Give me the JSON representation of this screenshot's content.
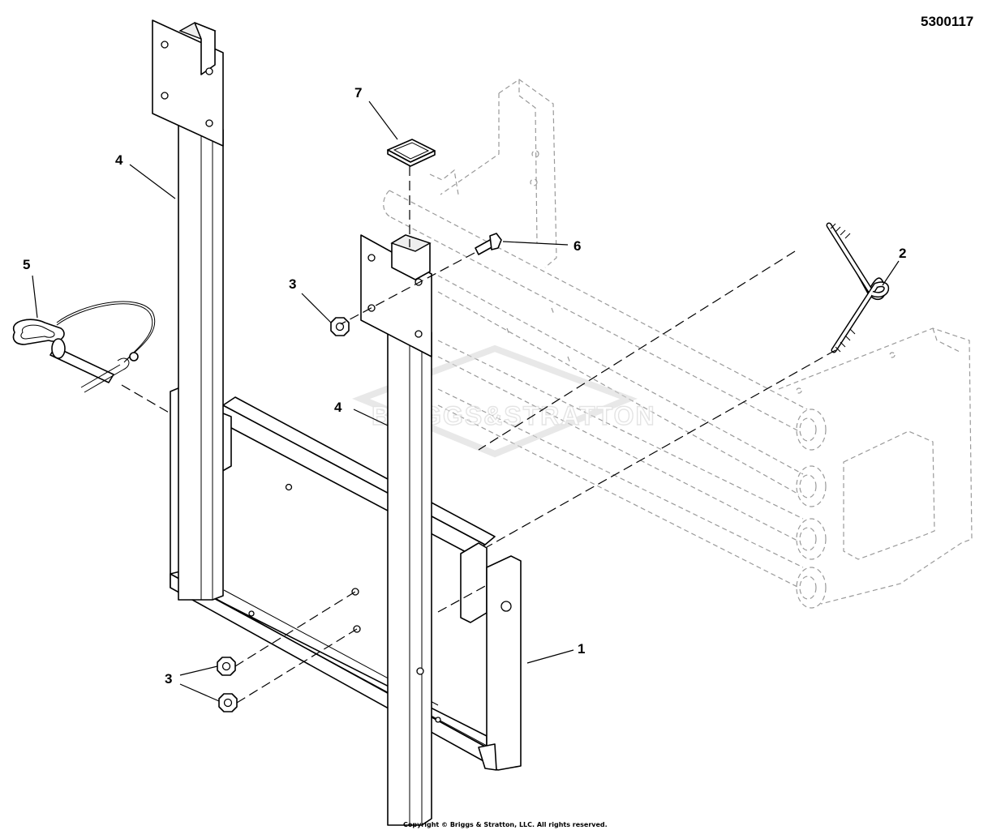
{
  "document_number": "5300117",
  "copyright": "Copyright © Briggs & Stratton, LLC. All rights reserved.",
  "watermark": "BRIGGS&STRATTON",
  "callouts": [
    {
      "id": "c1",
      "label": "1"
    },
    {
      "id": "c2",
      "label": "2"
    },
    {
      "id": "c3a",
      "label": "3"
    },
    {
      "id": "c3b",
      "label": "3"
    },
    {
      "id": "c4a",
      "label": "4"
    },
    {
      "id": "c4b",
      "label": "4"
    },
    {
      "id": "c5",
      "label": "5"
    },
    {
      "id": "c6",
      "label": "6"
    },
    {
      "id": "c7",
      "label": "7"
    }
  ],
  "colors": {
    "line": "#000000",
    "ghost": "#9a9a9a",
    "watermark": "#d6d6d6"
  }
}
